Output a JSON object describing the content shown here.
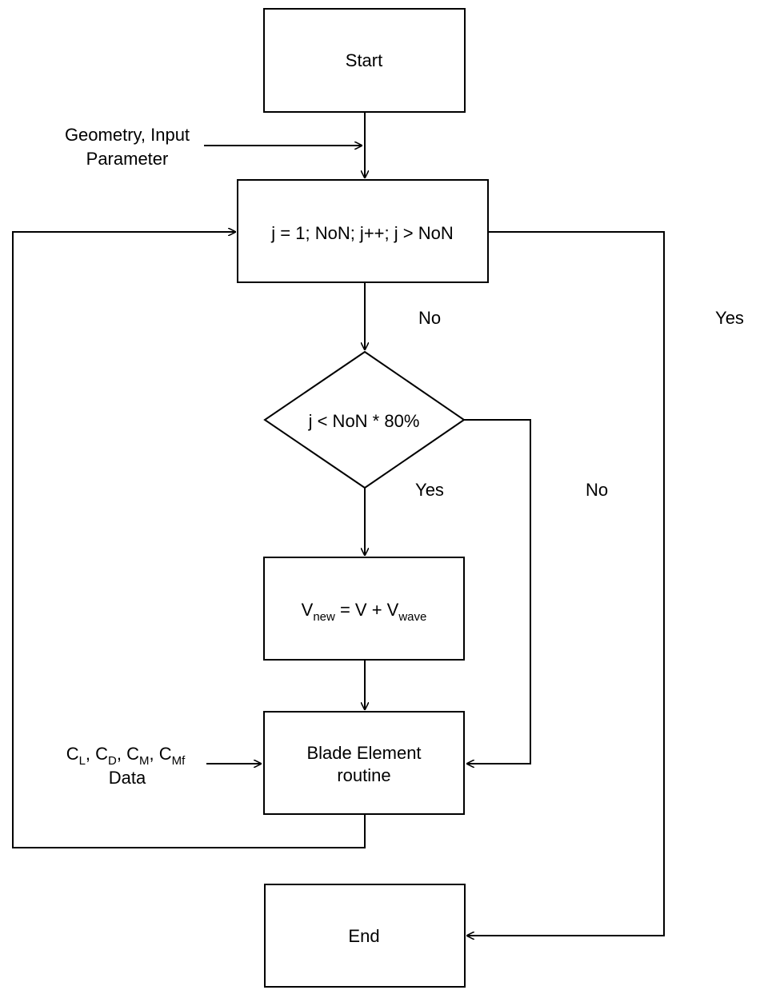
{
  "nodes": {
    "start": {
      "label": "Start"
    },
    "loop": {
      "label": "j = 1; NoN; j++; j > NoN"
    },
    "decision": {
      "label": "j < NoN * 80%"
    },
    "velocity": {
      "v1": "V",
      "v1_sub": "new",
      "mid": " = V + V",
      "v2_sub": "wave"
    },
    "blade": {
      "line1": "Blade Element",
      "line2": "routine"
    },
    "end": {
      "label": "End"
    }
  },
  "inputs": {
    "geometry": {
      "line1": "Geometry, Input",
      "line2": "Parameter"
    },
    "coefficients": {
      "c": "C",
      "sub_l": "L",
      "sub_d": "D",
      "sub_m": "M",
      "sub_mf": "Mf",
      "sep": ", ",
      "line2": "Data"
    }
  },
  "edge_labels": {
    "loop_no": "No",
    "loop_yes": "Yes",
    "decision_yes": "Yes",
    "decision_no": "No"
  }
}
